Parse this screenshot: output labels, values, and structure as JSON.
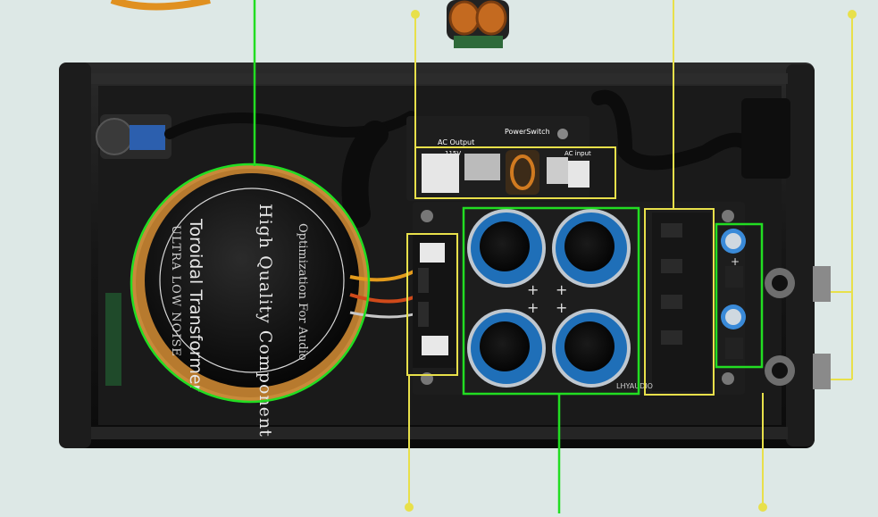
{
  "colors": {
    "background": "#dde8e6",
    "green_highlight": "#22dd22",
    "yellow_highlight": "#e8e04a",
    "chassis": "#141414",
    "capacitor_blue": "#1f6fb8",
    "transformer_tape": "#111111"
  },
  "transformer": {
    "line1": "Optimization For Audio",
    "line2": "High Quality Component",
    "line3": "Toroidal Transformer",
    "line4": "ULTRA LOW NOISE"
  },
  "pcb": {
    "ac_output": "AC Output",
    "power_switch": "PowerSwitch",
    "voltage": "115V",
    "ac_input": "AC input",
    "brand": "LHYAUDIO",
    "plus_sign": "+"
  }
}
